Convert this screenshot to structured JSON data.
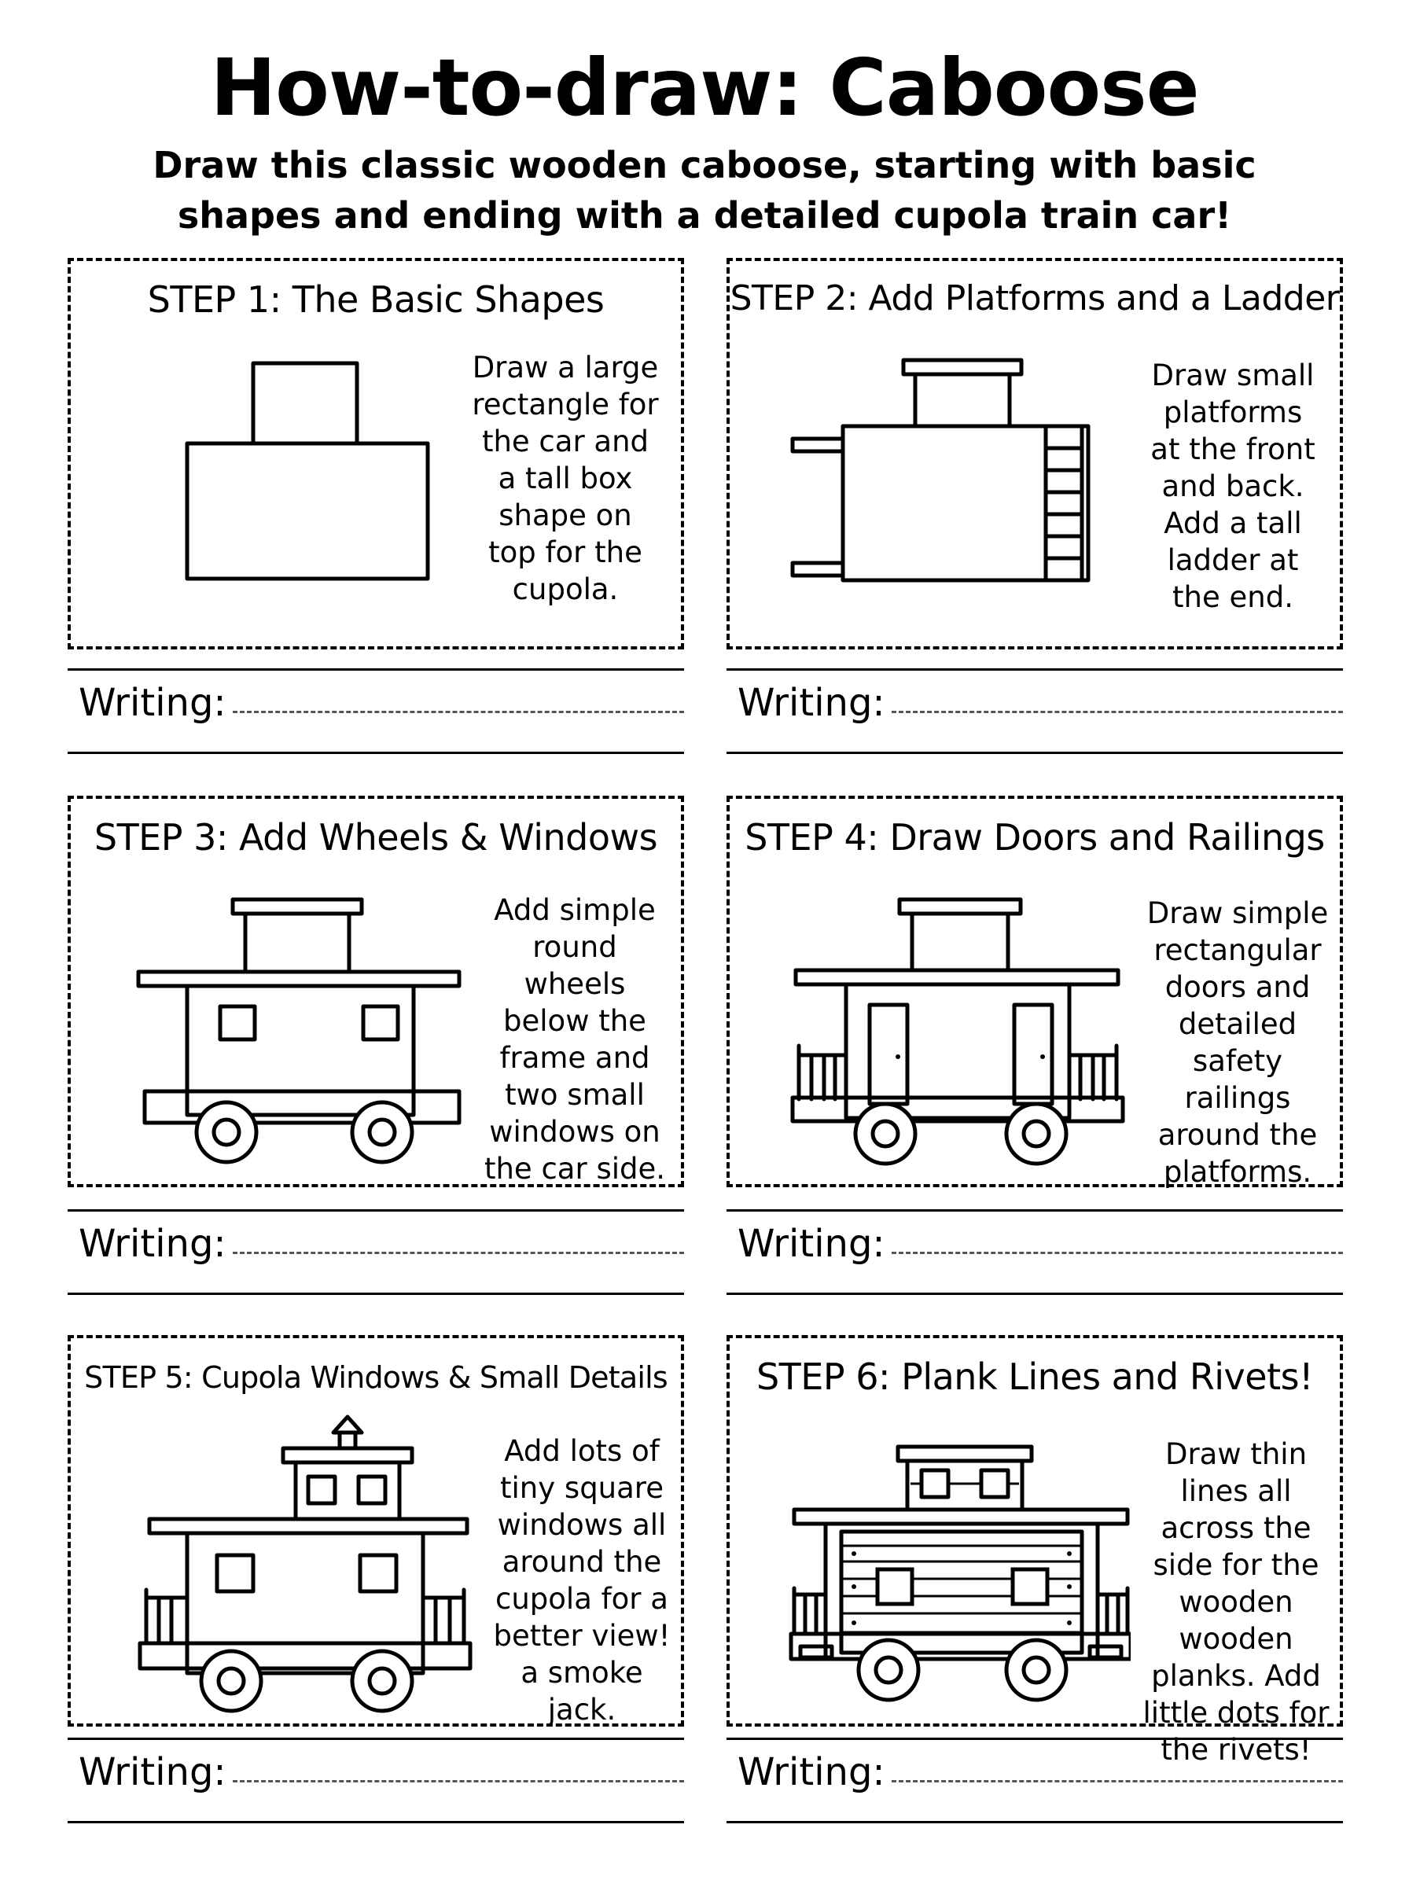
{
  "header": {
    "title": "How-to-draw: Caboose",
    "subtitle": "Draw this classic wooden caboose, starting with basic shapes and ending with a detailed cupola train car!"
  },
  "writing_label": "Writing:",
  "steps": [
    {
      "title": "STEP 1: The Basic Shapes",
      "text": "Draw a large rectangle for the car and a tall box shape on top for the cupola."
    },
    {
      "title": "STEP 2: Add Platforms and a Ladder",
      "text": "Draw small platforms at the front and back. Add a tall ladder at the end."
    },
    {
      "title": "STEP 3: Add Wheels & Windows",
      "text": "Add simple round wheels below the frame and two small windows on the car side."
    },
    {
      "title": "STEP 4: Draw Doors and Railings",
      "text": "Draw simple rectangular doors and detailed safety railings around the platforms."
    },
    {
      "title": "STEP 5: Cupola Windows & Small Details",
      "text": "Add lots of tiny square windows all around the cupola for a better view! a smoke jack."
    },
    {
      "title": "STEP 6: Plank Lines and Rivets!",
      "text": "Draw thin lines all across the side for the wooden wooden planks. Add little dots for the rivets!"
    }
  ]
}
